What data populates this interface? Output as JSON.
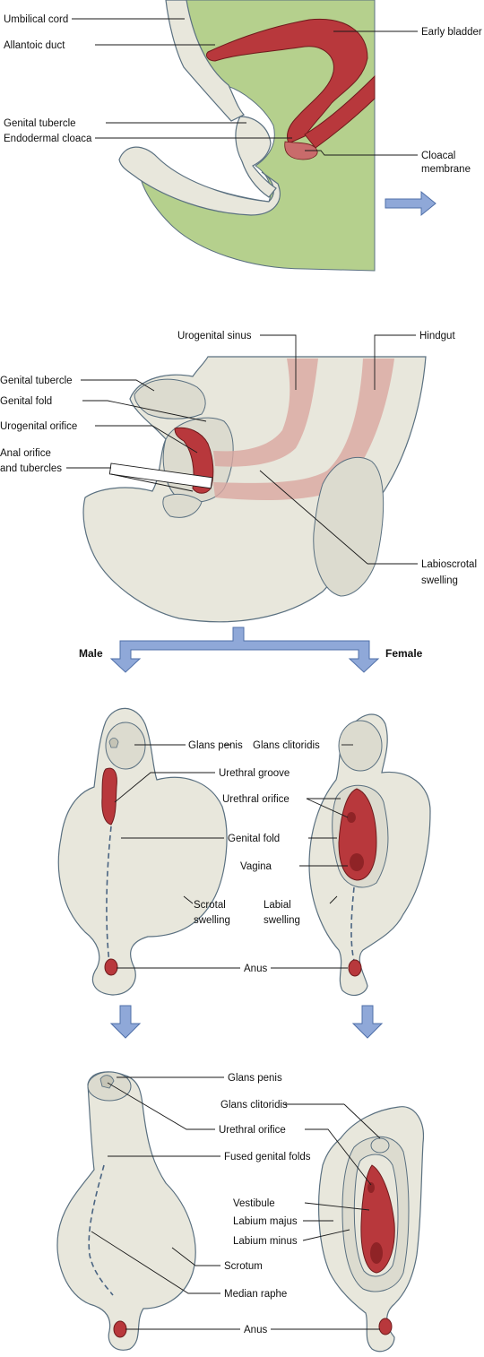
{
  "panel1": {
    "labels": {
      "umbilical_cord": "Umbilical cord",
      "allantoic_duct": "Allantoic duct",
      "early_bladder": "Early bladder",
      "genital_tubercle": "Genital tubercle",
      "endodermal_cloaca": "Endodermal cloaca",
      "cloacal_membrane_1": "Cloacal",
      "cloacal_membrane_2": "membrane"
    }
  },
  "panel2": {
    "labels": {
      "urogenital_sinus": "Urogenital sinus",
      "hindgut": "Hindgut",
      "genital_tubercle": "Genital tubercle",
      "genital_fold": "Genital fold",
      "urogenital_orifice": "Urogenital orifice",
      "anal_orifice_1": "Anal orifice",
      "anal_orifice_2": "and tubercles",
      "labioscrotal_1": "Labioscrotal",
      "labioscrotal_2": "swelling"
    },
    "male": "Male",
    "female": "Female"
  },
  "panel3": {
    "labels": {
      "glans_penis": "Glans penis",
      "glans_clitoridis": "Glans clitoridis",
      "urethral_groove": "Urethral groove",
      "urethral_orifice": "Urethral orifice",
      "genital_fold": "Genital fold",
      "vagina": "Vagina",
      "scrotal_1": "Scrotal",
      "scrotal_2": "swelling",
      "labial_1": "Labial",
      "labial_2": "swelling",
      "anus": "Anus"
    }
  },
  "panel4": {
    "labels": {
      "glans_penis": "Glans penis",
      "glans_clitoridis": "Glans clitoridis",
      "urethral_orifice": "Urethral orifice",
      "fused_genital_folds": "Fused genital folds",
      "vestibule": "Vestibule",
      "labium_majus": "Labium majus",
      "labium_minus": "Labium minus",
      "scrotum": "Scrotum",
      "median_raphe": "Median raphe",
      "anus": "Anus"
    }
  },
  "colors": {
    "mesenchyme": "#b5d08d",
    "tissue": "#e8e7dc",
    "endoderm_red": "#b8383c",
    "arrow_blue": "#8fa8d8"
  }
}
